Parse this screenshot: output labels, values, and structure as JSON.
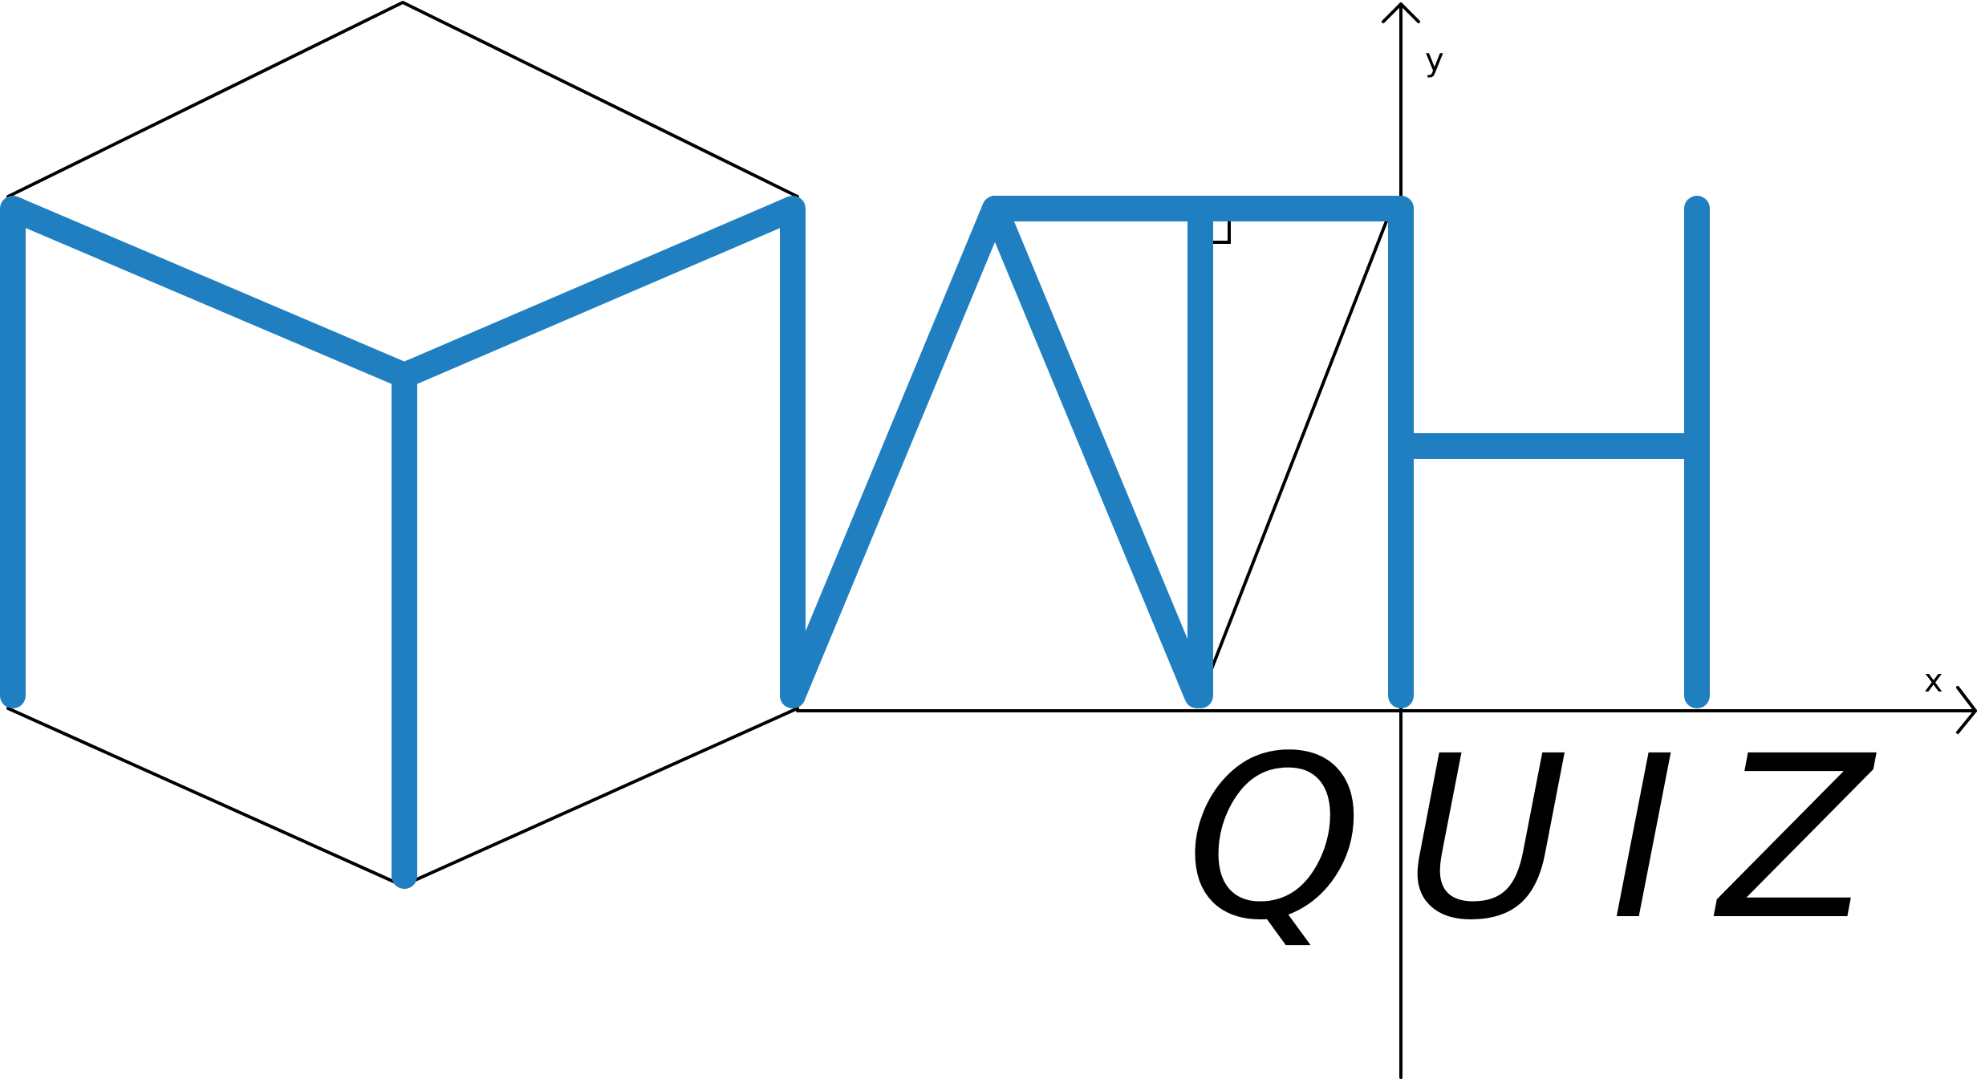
{
  "logo": {
    "accent_color": "#1F7FC1",
    "line_color": "#000000",
    "background_color": "#FFFFFF",
    "subtitle": "QUIZ",
    "axes": {
      "x_label": "x",
      "y_label": "y"
    },
    "decorations": {
      "right_angle_marker": true,
      "axis_arrowheads": true
    }
  }
}
